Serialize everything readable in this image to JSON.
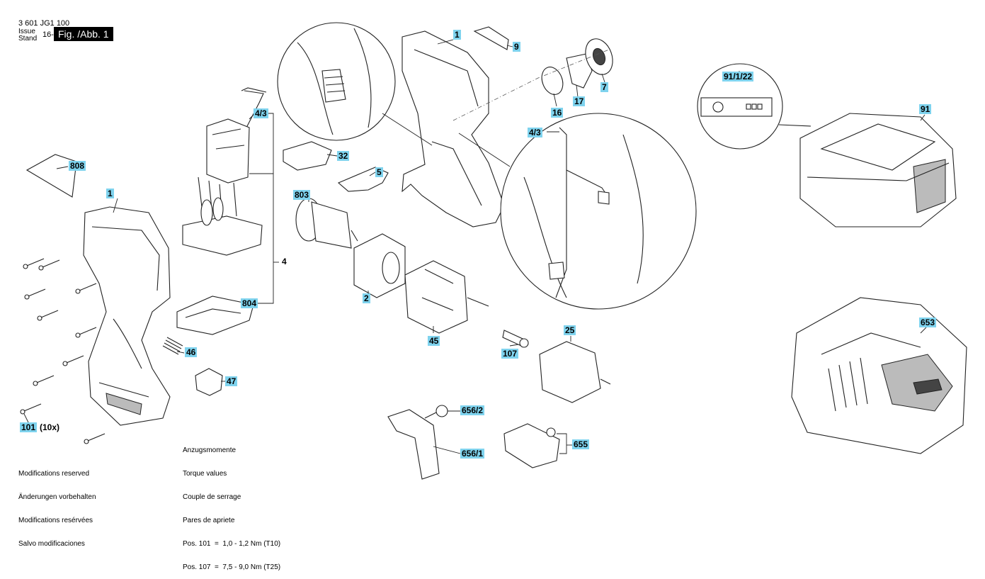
{
  "header": {
    "part_number": "3 601 JG1 100",
    "issue_label_1": "Issue",
    "issue_label_2": "Stand",
    "issue_date": "16-09-21",
    "figure_label": "Fig. /Abb. 1"
  },
  "labels": {
    "p1_top": "1",
    "p9": "9",
    "p16": "16",
    "p17": "17",
    "p7": "7",
    "p4_3_left": "4/3",
    "p4_3_right": "4/3",
    "p32": "32",
    "p5": "5",
    "p808": "808",
    "p1_left": "1",
    "p803": "803",
    "p4": "4",
    "p2": "2",
    "p804": "804",
    "p46": "46",
    "p45": "45",
    "p107": "107",
    "p25": "25",
    "p47": "47",
    "p101": "101",
    "p101_qty": "(10x)",
    "p656_2": "656/2",
    "p656_1": "656/1",
    "p655": "655",
    "p91_1_22": "91/1/22",
    "p91": "91",
    "p653": "653"
  },
  "notes": {
    "modifications": [
      "Modifications reserved",
      "Änderungen vorbehalten",
      "Modifications resérvées",
      "Salvo modificaciones"
    ],
    "torque": [
      "Anzugsmomente",
      "Torque values",
      "Couple de serrage",
      "Pares de apriete",
      "Pos. 101  =  1,0 - 1,2 Nm (T10)",
      "Pos. 107  =  7,5 - 9,0 Nm (T25)"
    ]
  }
}
